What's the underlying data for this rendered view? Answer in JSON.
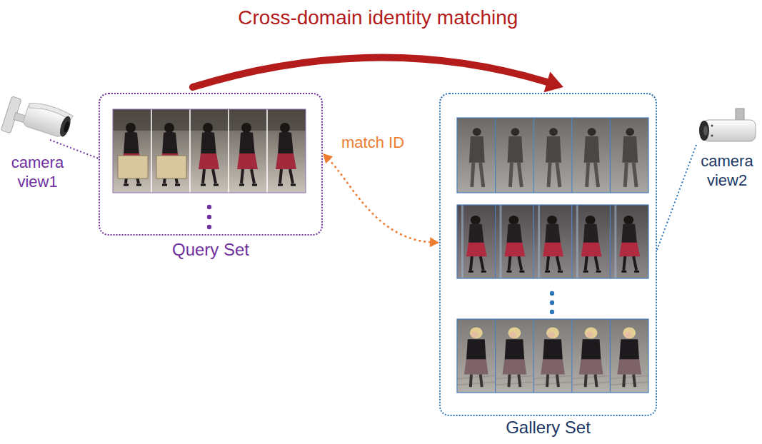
{
  "diagram": {
    "nodes": [
      {
        "text": [
          "Query Set"
        ]
      },
      {
        "text": [
          "Gallery Set"
        ]
      }
    ],
    "edges": [
      {
        "from": 0,
        "to": 1,
        "arrow": "to",
        "label": "Cross-domain identity matching"
      },
      {
        "from": 0,
        "to": 1,
        "arrow": "both",
        "label": "match ID"
      }
    ],
    "labels": [
      "camera view1",
      "camera view2"
    ]
  }
}
